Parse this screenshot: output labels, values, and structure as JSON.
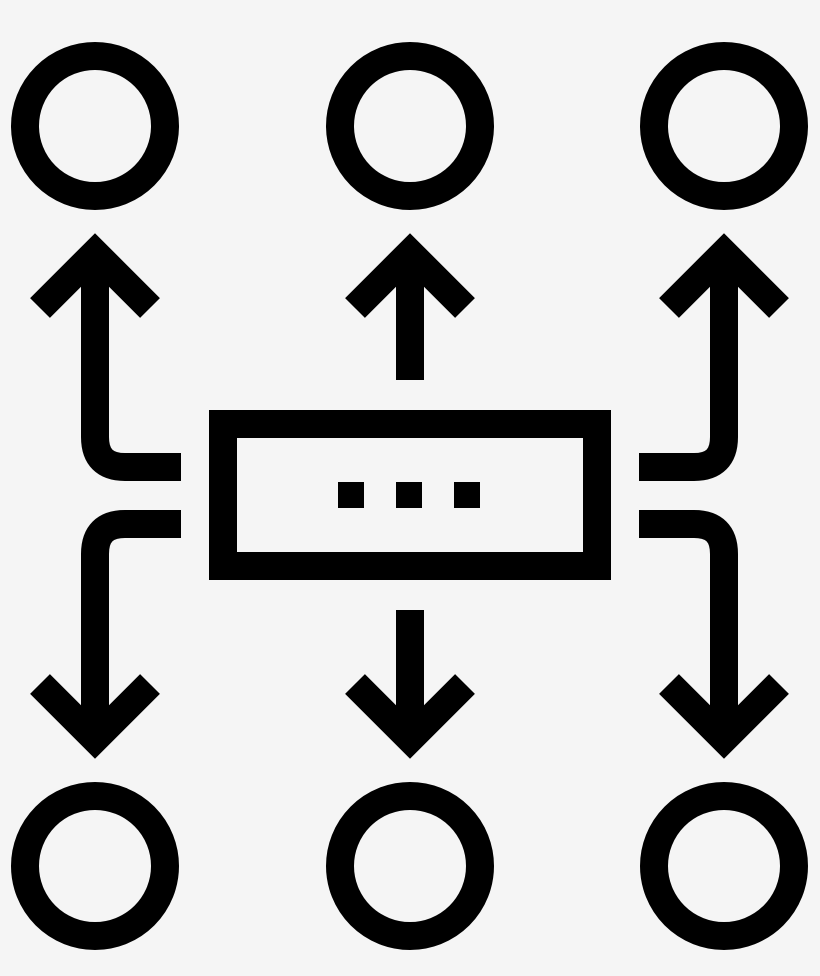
{
  "diagram": {
    "icon": "distribution-hub-icon",
    "colors": {
      "background": "#f5f5f5",
      "stroke": "#000000"
    },
    "hub": {
      "icon": "rounded-rectangle-with-ellipsis",
      "dots": 3
    },
    "nodes": {
      "top": [
        "circle",
        "circle",
        "circle"
      ],
      "bottom": [
        "circle",
        "circle",
        "circle"
      ]
    },
    "arrows": {
      "up": 3,
      "down": 3
    }
  }
}
